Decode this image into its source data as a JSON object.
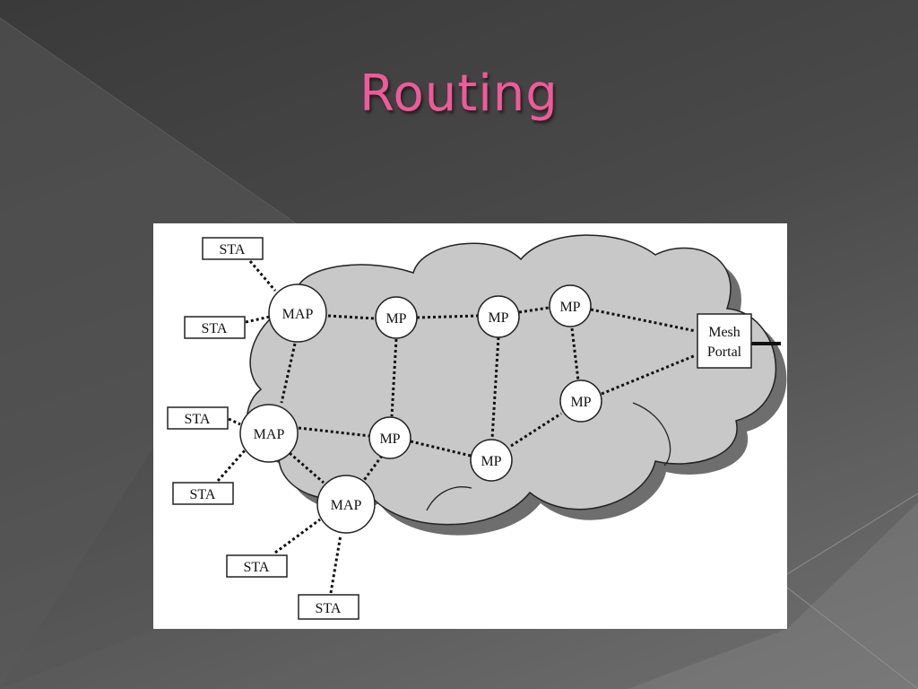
{
  "slide": {
    "title": "Routing"
  },
  "colors": {
    "title": "#ef5a99",
    "cloud": "#c8c8c8",
    "cloud_shadow": "#6e6e6e"
  },
  "diagram": {
    "nodes": [
      {
        "id": "map1",
        "type": "MAP",
        "label": "MAP"
      },
      {
        "id": "map2",
        "type": "MAP",
        "label": "MAP"
      },
      {
        "id": "map3",
        "type": "MAP",
        "label": "MAP"
      },
      {
        "id": "mp1",
        "type": "MP",
        "label": "MP"
      },
      {
        "id": "mp2",
        "type": "MP",
        "label": "MP"
      },
      {
        "id": "mp3",
        "type": "MP",
        "label": "MP"
      },
      {
        "id": "mp4",
        "type": "MP",
        "label": "MP"
      },
      {
        "id": "mp5",
        "type": "MP",
        "label": "MP"
      },
      {
        "id": "mp6",
        "type": "MP",
        "label": "MP"
      },
      {
        "id": "sta1",
        "type": "STA",
        "label": "STA"
      },
      {
        "id": "sta2",
        "type": "STA",
        "label": "STA"
      },
      {
        "id": "sta3",
        "type": "STA",
        "label": "STA"
      },
      {
        "id": "sta4",
        "type": "STA",
        "label": "STA"
      },
      {
        "id": "sta5",
        "type": "STA",
        "label": "STA"
      },
      {
        "id": "sta6",
        "type": "STA",
        "label": "STA"
      },
      {
        "id": "portal",
        "type": "PORTAL",
        "label_line1": "Mesh",
        "label_line2": "Portal"
      }
    ],
    "links": [
      [
        "sta1",
        "map1"
      ],
      [
        "sta2",
        "map1"
      ],
      [
        "map1",
        "mp1"
      ],
      [
        "mp1",
        "mp2"
      ],
      [
        "mp2",
        "mp3"
      ],
      [
        "mp3",
        "portal"
      ],
      [
        "map1",
        "map2"
      ],
      [
        "mp1",
        "mp4"
      ],
      [
        "mp2",
        "mp5"
      ],
      [
        "mp3",
        "mp6"
      ],
      [
        "mp6",
        "portal"
      ],
      [
        "sta3",
        "map2"
      ],
      [
        "sta4",
        "map2"
      ],
      [
        "map2",
        "mp4"
      ],
      [
        "map2",
        "map3"
      ],
      [
        "mp4",
        "map3"
      ],
      [
        "mp4",
        "mp5"
      ],
      [
        "mp5",
        "mp6"
      ],
      [
        "sta5",
        "map3"
      ],
      [
        "sta6",
        "map3"
      ]
    ]
  }
}
